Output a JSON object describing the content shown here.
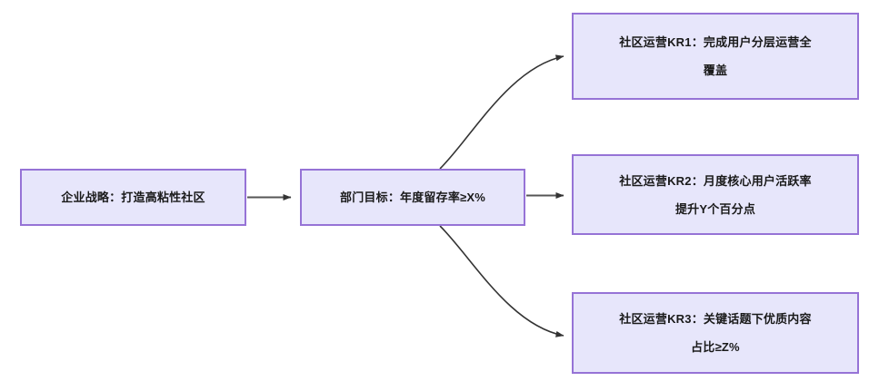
{
  "diagram": {
    "type": "flowchart",
    "direction": "left-to-right",
    "background_color": "#ffffff",
    "node_fill_color": "#e7e6fb",
    "node_border_color": "#9673d6",
    "node_text_color": "#1a1a1a",
    "edge_color": "#555555",
    "nodes": [
      {
        "id": "strategy",
        "label": "企业战略：打造高粘性社区",
        "lines": [
          "企业战略：打造高粘性社区"
        ]
      },
      {
        "id": "dept_goal",
        "label": "部门目标：年度留存率≥X%",
        "lines": [
          "部门目标：年度留存率≥X%"
        ]
      },
      {
        "id": "kr1",
        "label": "社区运营KR1：完成用户分层运营全\n覆盖",
        "lines": [
          "社区运营KR1：完成用户分层运营全",
          "覆盖"
        ]
      },
      {
        "id": "kr2",
        "label": "社区运营KR2：月度核心用户活跃率\n提升Y个百分点",
        "lines": [
          "社区运营KR2：月度核心用户活跃率",
          "提升Y个百分点"
        ]
      },
      {
        "id": "kr3",
        "label": "社区运营KR3：关键话题下优质内容\n占比≥Z%",
        "lines": [
          "社区运营KR3：关键话题下优质内容",
          "占比≥Z%"
        ]
      }
    ],
    "edges": [
      {
        "id": "e1",
        "from": "strategy",
        "to": "dept_goal",
        "shape": "straight",
        "label": ""
      },
      {
        "id": "e2",
        "from": "dept_goal",
        "to": "kr1",
        "shape": "curved-up",
        "label": ""
      },
      {
        "id": "e3",
        "from": "dept_goal",
        "to": "kr2",
        "shape": "straight",
        "label": ""
      },
      {
        "id": "e4",
        "from": "dept_goal",
        "to": "kr3",
        "shape": "curved-down",
        "label": ""
      }
    ]
  }
}
